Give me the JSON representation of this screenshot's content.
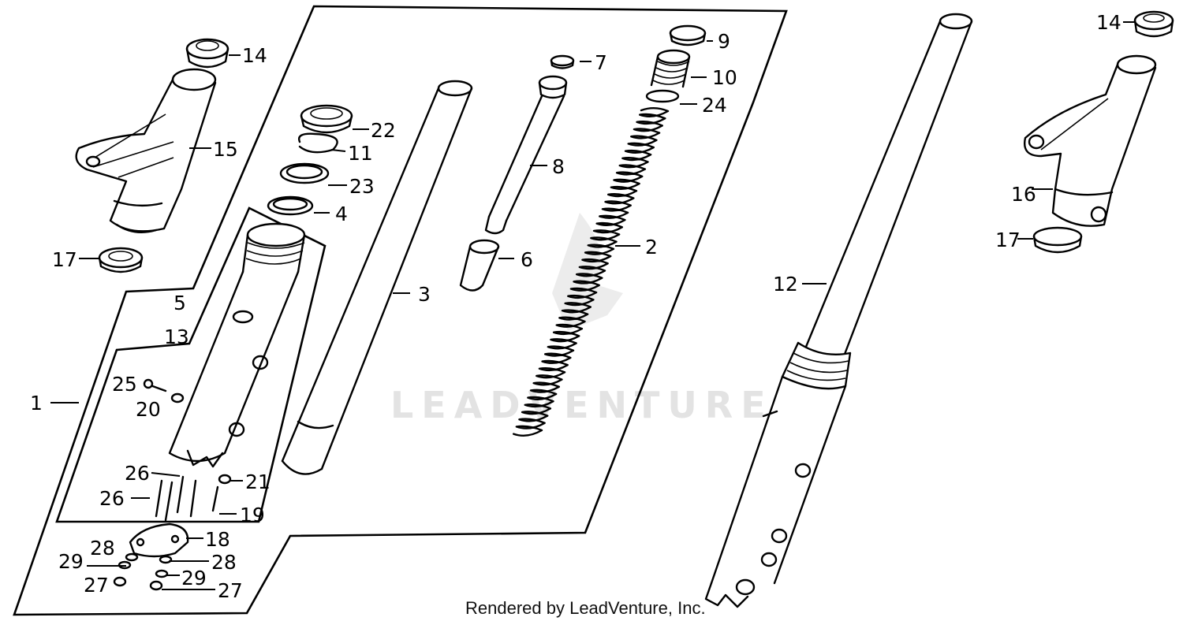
{
  "watermark": "LEADVENTURE",
  "caption": "Rendered by LeadVenture, Inc.",
  "callouts": {
    "c1": "1",
    "c2": "2",
    "c3": "3",
    "c4": "4",
    "c5": "5",
    "c6": "6",
    "c7": "7",
    "c8": "8",
    "c9": "9",
    "c10": "10",
    "c11": "11",
    "c12": "12",
    "c13": "13",
    "c14a": "14",
    "c14b": "14",
    "c15": "15",
    "c16": "16",
    "c17a": "17",
    "c17b": "17",
    "c18": "18",
    "c19": "19",
    "c20": "20",
    "c21": "21",
    "c22": "22",
    "c23": "23",
    "c24": "24",
    "c25": "25",
    "c26a": "26",
    "c26b": "26",
    "c27a": "27",
    "c27b": "27",
    "c28a": "28",
    "c28b": "28",
    "c29a": "29",
    "c29b": "29"
  }
}
